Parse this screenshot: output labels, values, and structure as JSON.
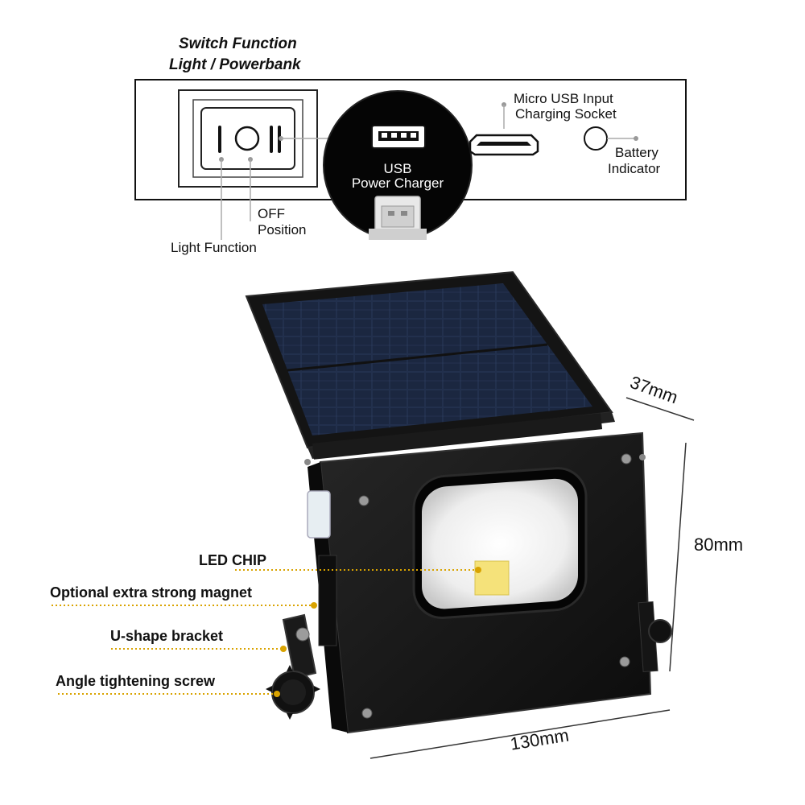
{
  "switch_panel": {
    "title_line1": "Switch Function",
    "title_line2": "Light / Powerbank",
    "light_function": "Light Function",
    "off_line1": "OFF",
    "off_line2": "Position",
    "usb_line1": "USB",
    "usb_line2": "Power Charger",
    "micro_usb_line1": "Micro USB Input",
    "micro_usb_line2": "Charging Socket",
    "battery_line1": "Battery",
    "battery_line2": "Indicator"
  },
  "callouts": {
    "led_chip": "LED CHIP",
    "magnet": "Optional extra strong magnet",
    "bracket": "U-shape bracket",
    "screw": "Angle tightening screw"
  },
  "dimensions": {
    "depth": "37mm",
    "height": "80mm",
    "width": "130mm"
  },
  "colors": {
    "callout_dots": "#d9a300",
    "led_chip": "#f5e27a",
    "body": "#141414",
    "solar": "#1e2a44"
  }
}
